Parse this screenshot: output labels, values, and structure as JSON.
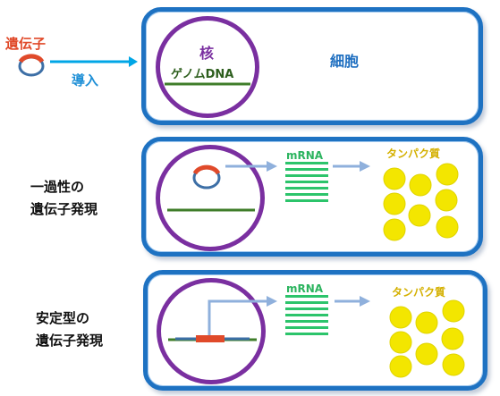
{
  "intro": {
    "gene_label": "遺伝子",
    "introduce_label": "導入"
  },
  "panel1": {
    "nucleus_label": "核",
    "genome_label": "ゲノムDNA",
    "cell_label": "細胞"
  },
  "panel2": {
    "title_line1": "一過性の",
    "title_line2": "遺伝子発現",
    "mrna_label": "mRNA",
    "protein_label": "タンパク質"
  },
  "panel3": {
    "title_line1": "安定型の",
    "title_line2": "遺伝子発現",
    "mrna_label": "mRNA",
    "protein_label": "タンパク質"
  },
  "colors": {
    "cell_border": "#1e72c2",
    "nucleus_border": "#7a2fa0",
    "dna": "#3f7d2a",
    "gene": "#e04a2a",
    "mrna": "#2cc46b",
    "protein": "#f3e600",
    "arrow": "#8fb0dc",
    "intro_arrow": "#00a6e6",
    "gene_label": "#e04a2a",
    "introduce_label": "#1e8fd6",
    "cell_label": "#1f6fc0",
    "nucleus_label": "#7a2fa0",
    "mrna_label": "#2cb45f",
    "protein_label": "#d4b000"
  }
}
